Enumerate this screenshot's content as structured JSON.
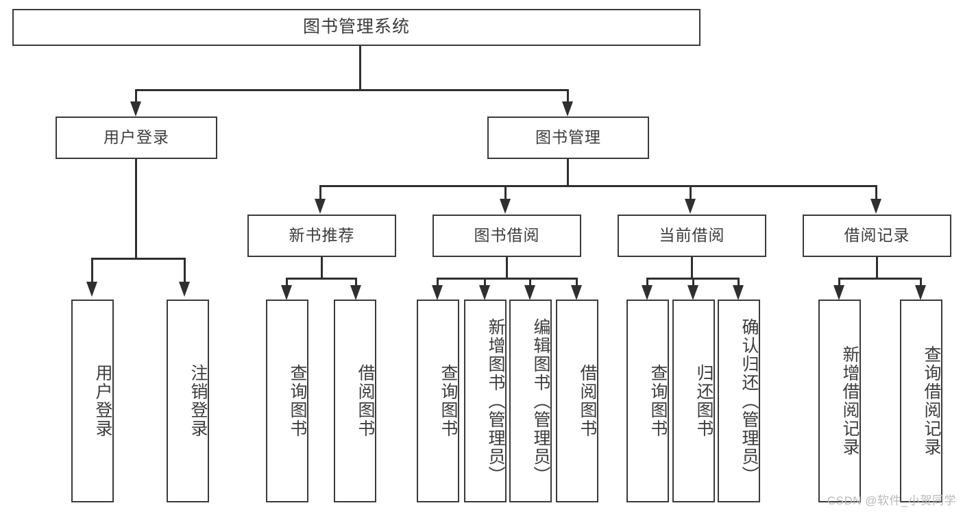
{
  "diagram": {
    "type": "tree-hierarchy",
    "title": "图书管理系统",
    "watermark": "CSDN @软件_小贺同学",
    "colors": {
      "box_border": "#3a3a3a",
      "connector": "#2f2f2f",
      "text": "#3c3c3c",
      "background": "#ffffff",
      "watermark": "#b9b9b9"
    },
    "levels": {
      "level1": [
        {
          "id": "root",
          "label": "图书管理系统"
        }
      ],
      "level2": [
        {
          "id": "user-login",
          "label": "用户登录"
        },
        {
          "id": "book-manage",
          "label": "图书管理"
        }
      ],
      "level3": [
        {
          "id": "new-book-recommend",
          "label": "新书推荐",
          "parent": "book-manage"
        },
        {
          "id": "book-borrow",
          "label": "图书借阅",
          "parent": "book-manage"
        },
        {
          "id": "current-borrow",
          "label": "当前借阅",
          "parent": "book-manage"
        },
        {
          "id": "borrow-record",
          "label": "借阅记录",
          "parent": "book-manage"
        }
      ],
      "level4": [
        {
          "id": "leaf-user-login",
          "label": "用户登录",
          "parent": "user-login"
        },
        {
          "id": "leaf-user-logout",
          "label": "注销登录",
          "parent": "user-login"
        },
        {
          "id": "leaf-query-book-1",
          "label": "查询图书",
          "parent": "new-book-recommend"
        },
        {
          "id": "leaf-borrow-book-1",
          "label": "借阅图书",
          "parent": "new-book-recommend"
        },
        {
          "id": "leaf-query-book-2",
          "label": "查询图书",
          "parent": "book-borrow"
        },
        {
          "id": "leaf-add-book",
          "label": "新增图书（管理员）",
          "parent": "book-borrow"
        },
        {
          "id": "leaf-edit-book",
          "label": "编辑图书（管理员）",
          "parent": "book-borrow"
        },
        {
          "id": "leaf-borrow-book-2",
          "label": "借阅图书",
          "parent": "book-borrow"
        },
        {
          "id": "leaf-query-book-3",
          "label": "查询图书",
          "parent": "current-borrow"
        },
        {
          "id": "leaf-return-book",
          "label": "归还图书",
          "parent": "current-borrow"
        },
        {
          "id": "leaf-confirm-return",
          "label": "确认归还（管理员）",
          "parent": "current-borrow"
        },
        {
          "id": "leaf-add-record",
          "label": "新增借阅记录",
          "parent": "borrow-record"
        },
        {
          "id": "leaf-query-record",
          "label": "查询借阅记录",
          "parent": "borrow-record"
        }
      ]
    }
  }
}
